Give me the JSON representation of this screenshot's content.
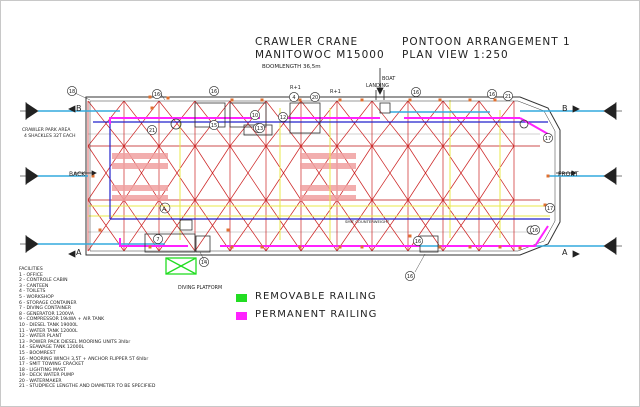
{
  "title": {
    "line1": "CRAWLER CRANE",
    "line2": "MANITOWOC M15000",
    "boom": "BOOMLENGTH 36,5m",
    "right1": "PONTOON  ARRANGEMENT 1",
    "right2": "PLAN VIEW 1:250"
  },
  "labels": {
    "back": "BACK",
    "front": "FRONT",
    "b": "B",
    "a": "A",
    "crawler_park_1": "CRAWLER PARK AREA",
    "crawler_park_2": "4 SHACKLES 32T EACH",
    "boat_landing_1": "BOAT",
    "boat_landing_2": "LANDING",
    "r1": "R+1",
    "diving_platform": "DIVING PLATFORM",
    "smit_counterweight": "SMIT COUNTERWEIGHT",
    "circle_a": "A"
  },
  "callouts": [
    "18",
    "16",
    "16",
    "16",
    "16",
    "21",
    "21",
    "4",
    "20",
    "10",
    "11",
    "12",
    "13",
    "17",
    "17",
    "15",
    "7",
    "14",
    "16",
    "16",
    "16"
  ],
  "facilities": {
    "heading": "FACILITIES",
    "items": [
      "1  -  OFFICE",
      "2  -  CONTROLE CABIN",
      "3  -  CANTEEN",
      "4  -  TOILETS",
      "5  -  WORKSHOP",
      "6  -  STORAGE CONTAINER",
      "7  -  DIVING CONTAINER",
      "8  -  GENERATOR 1200VA",
      "9  -  COMPRESSOR 19kWA + AIR TANK",
      "10 -  DIESEL TANK 19000L",
      "11 -  WATER TANK 12000L",
      "12 -  WATER PLANT",
      "13 -  POWER PACK DIESEL MOORING UNITS 3hlbr",
      "14 -  SEAWAGE TANK 12000L",
      "15 -  BOOMREST",
      "16 -  MOORING WINCH 3,5T + ANCHOR FLIPPER 5T 6hlbr",
      "17 -  SMIT TOWING CRACKET",
      "18 -  LIGHTING MAST",
      "19 -  DECK WATER PUMP",
      "20 -  WATERMAKER",
      "21 -  STUDPIECE LENGTHE AND DIAMETER TO BE SPECIFIED"
    ]
  },
  "legend": [
    {
      "label": "REMOVABLE RAILING",
      "color": "#22dd22"
    },
    {
      "label": "PERMANENT RAILING",
      "color": "#ff22ff"
    }
  ],
  "colors": {
    "hull": "#333333",
    "truss": "#cc2222",
    "blue": "#2222cc",
    "cyan": "#33aadd",
    "yellow": "#e8e84a",
    "magenta": "#ff22ff",
    "salmon": "#f0a0a0",
    "gray": "#8a8a8a",
    "green": "#22dd22",
    "orange": "#e07030"
  }
}
